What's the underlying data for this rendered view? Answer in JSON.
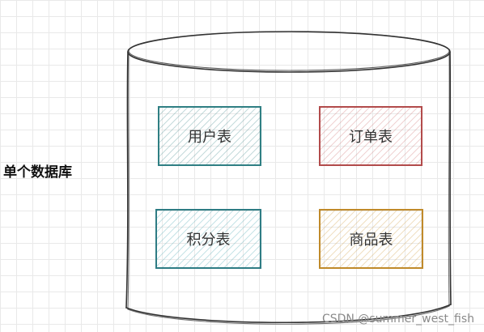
{
  "title": "单个数据库",
  "tables": [
    {
      "name": "用户表",
      "color": "#2f7f83"
    },
    {
      "name": "订单表",
      "color": "#b24b4b"
    },
    {
      "name": "积分表",
      "color": "#2e7c84"
    },
    {
      "name": "商品表",
      "color": "#c08a2a"
    }
  ],
  "watermark": "CSDN @summer_west_fish"
}
